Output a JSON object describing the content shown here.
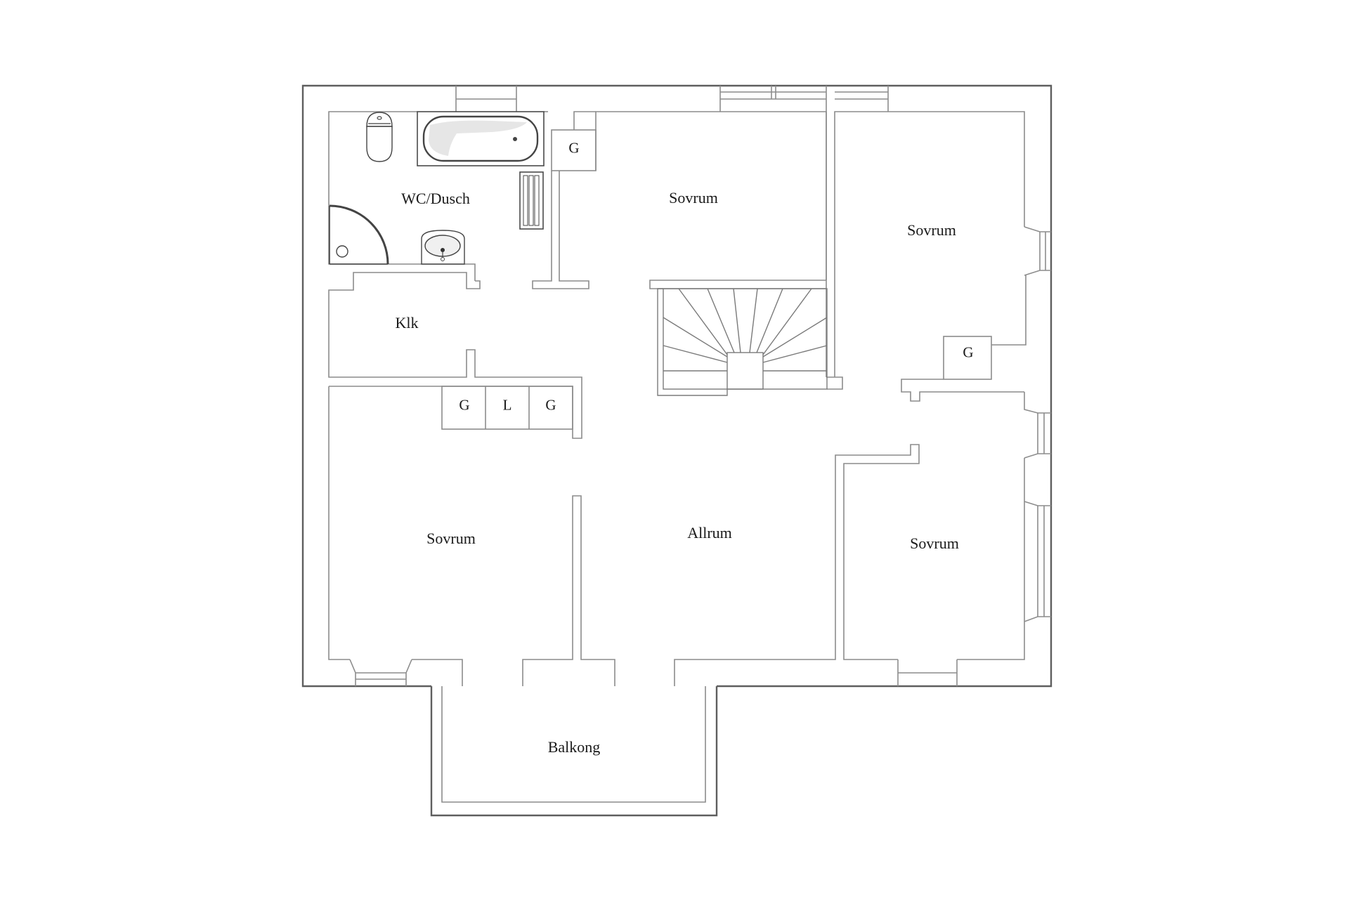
{
  "floorplan": {
    "rooms": [
      {
        "id": "wc-dusch",
        "label": "WC/Dusch"
      },
      {
        "id": "sovrum-1",
        "label": "Sovrum"
      },
      {
        "id": "sovrum-2",
        "label": "Sovrum"
      },
      {
        "id": "klk",
        "label": "Klk"
      },
      {
        "id": "sovrum-3",
        "label": "Sovrum"
      },
      {
        "id": "allrum",
        "label": "Allrum"
      },
      {
        "id": "sovrum-4",
        "label": "Sovrum"
      },
      {
        "id": "balkong",
        "label": "Balkong"
      }
    ],
    "storage": [
      {
        "id": "closet-bath",
        "label": "G"
      },
      {
        "id": "closet-right",
        "label": "G"
      },
      {
        "id": "closet-row-1",
        "label": "G"
      },
      {
        "id": "closet-row-2",
        "label": "L"
      },
      {
        "id": "closet-row-3",
        "label": "G"
      }
    ],
    "fixtures": [
      "toilet-icon",
      "bathtub-icon",
      "shower-icon",
      "sink-icon",
      "radiator-icon",
      "staircase-icon"
    ],
    "colors": {
      "wall_outer": "#5e5e5e",
      "wall_inner": "#8c8c8c",
      "text": "#1a1a1a",
      "background": "#ffffff"
    }
  }
}
